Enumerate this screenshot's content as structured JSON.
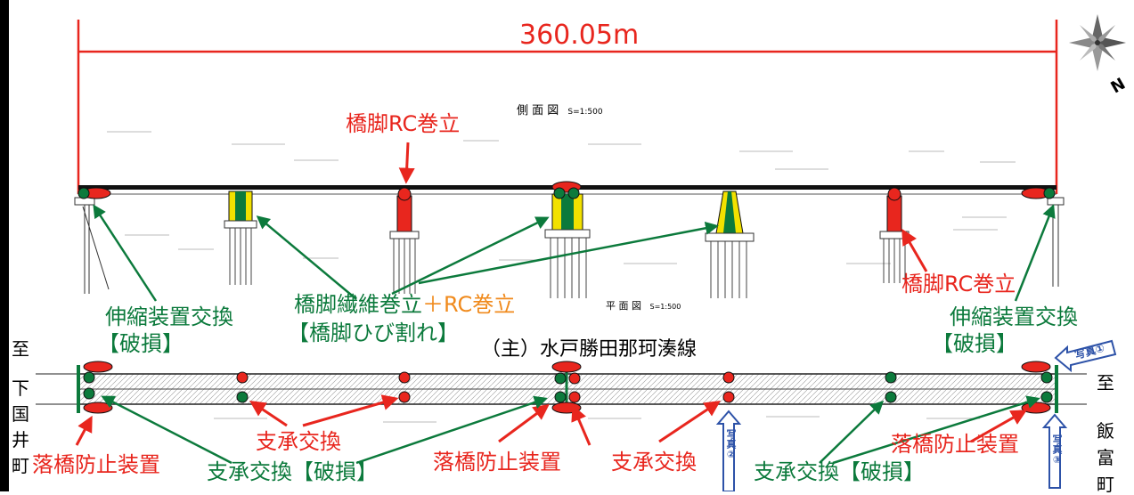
{
  "dimension": "360.05m",
  "side_view_title": "側 面 図",
  "side_view_scale": "S=1:500",
  "plan_view_title": "平 面 図",
  "plan_view_scale": "S=1:500",
  "road_name": "（主）水戸勝田那珂湊線",
  "compass_letter": "N",
  "left_destination": "至 下国井町",
  "left_destination_chars": [
    "至",
    "下",
    "国",
    "井",
    "町"
  ],
  "right_destination": "至 飯富町",
  "right_destination_chars": [
    "至",
    "飯",
    "富",
    "町"
  ],
  "labels": {
    "pier_rc_top": "橋脚RC巻立",
    "pier_rc_right": "橋脚RC巻立",
    "expansion_left_1": "伸縮装置交換",
    "expansion_left_2": "【破損】",
    "fiber_1a": "橋脚繊維巻立",
    "fiber_1b": "＋RC巻立",
    "fiber_2": "【橋脚ひび割れ】",
    "expansion_right_1": "伸縮装置交換",
    "expansion_right_2": "【破損】",
    "fall_prevention_left": "落橋防止装置",
    "bearing_exchange_left": "支承交換",
    "bearing_damage_left": "支承交換【破損】",
    "fall_prevention_center": "落橋防止装置",
    "bearing_exchange_center": "支承交換",
    "bearing_damage_right": "支承交換【破損】",
    "fall_prevention_right": "落橋防止装置"
  },
  "photos": [
    {
      "label": "写真①"
    },
    {
      "label": "写真②"
    },
    {
      "label": "写真③"
    }
  ],
  "colors": {
    "red": "#e8261e",
    "green": "#0c7a3c",
    "orange": "#f08a1c",
    "yellow": "#f2e100",
    "blue_arrow": "#2d52a8"
  }
}
